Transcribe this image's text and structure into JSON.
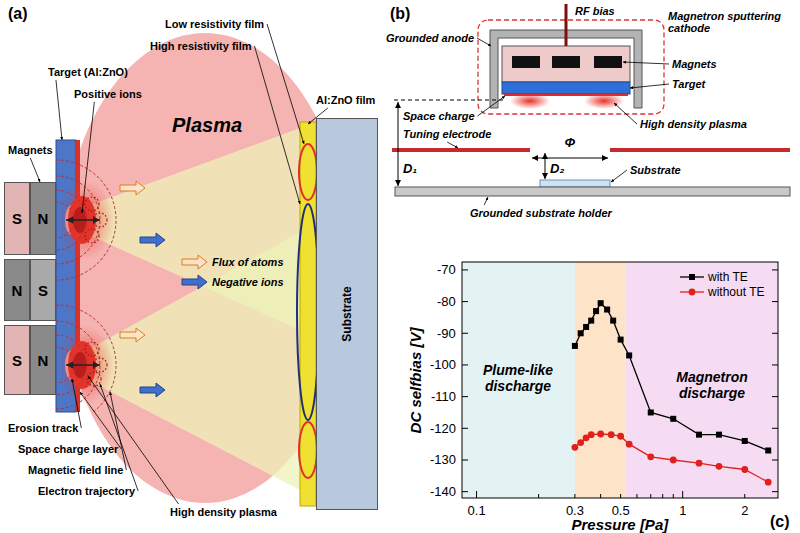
{
  "diagram": {
    "nodes": [
      {
        "text": [
          "S"
        ]
      },
      {
        "text": [
          "N"
        ]
      },
      {
        "text": [
          "N"
        ]
      },
      {
        "text": [
          "S"
        ]
      },
      {
        "text": [
          "S"
        ]
      },
      {
        "text": [
          "N"
        ]
      },
      {
        "text": [
          "Substrate"
        ]
      }
    ],
    "labels": [
      "(a)",
      "Low resistivity film",
      "High resistivity film",
      "Target (Al:ZnO)",
      "Al:ZnO film",
      "Positive ions",
      "Magnets",
      "Plasma",
      "Flux of atoms",
      "Negative ions",
      "Erosion track",
      "Space charge layer",
      "Magnetic field line",
      "Electron trajectory",
      "High density plasma",
      "(b)",
      "RF bias",
      "Magnetron sputtering cathode",
      "Grounded anode",
      "Magnets",
      "Space charge",
      "Target",
      "Tuning electrode",
      "High density plasma",
      "D₁",
      "Φ",
      "D₂",
      "Substrate",
      "Grounded substrate holder",
      "-70",
      "-80",
      "-90",
      "-100",
      "-110",
      "-120",
      "-130",
      "-140",
      "0.1",
      "0.3",
      "0.5",
      "1",
      "2",
      "DC selfbias [V]",
      "Pressure [Pa]",
      "Plume-like discharge",
      "Magnetron discharge",
      "(c)"
    ],
    "legend": [
      {
        "text": "with TE"
      },
      {
        "text": "without TE"
      }
    ]
  }
}
